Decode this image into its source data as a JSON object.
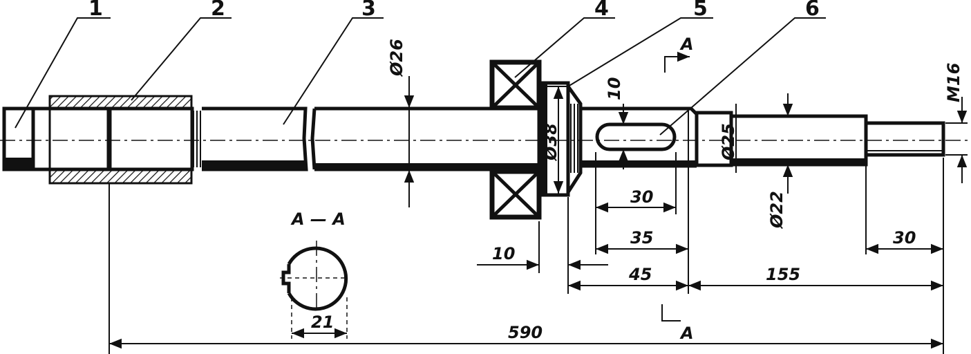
{
  "callouts": [
    "1",
    "2",
    "3",
    "4",
    "5",
    "6"
  ],
  "section": {
    "title": "A — A",
    "marker": "A",
    "width_label": "21"
  },
  "dimensions": {
    "dia_26": "Ø26",
    "dia_38": "Ø38",
    "dia_25": "Ø25",
    "dia_22": "Ø22",
    "thread": "M16",
    "key_width": "10",
    "key_length": "30",
    "key_span": "35",
    "collar": "10",
    "seg_45": "45",
    "seg_155": "155",
    "thread_len": "30",
    "overall": "590"
  },
  "colors": {
    "ink": "#111111",
    "paper": "#ffffff"
  }
}
